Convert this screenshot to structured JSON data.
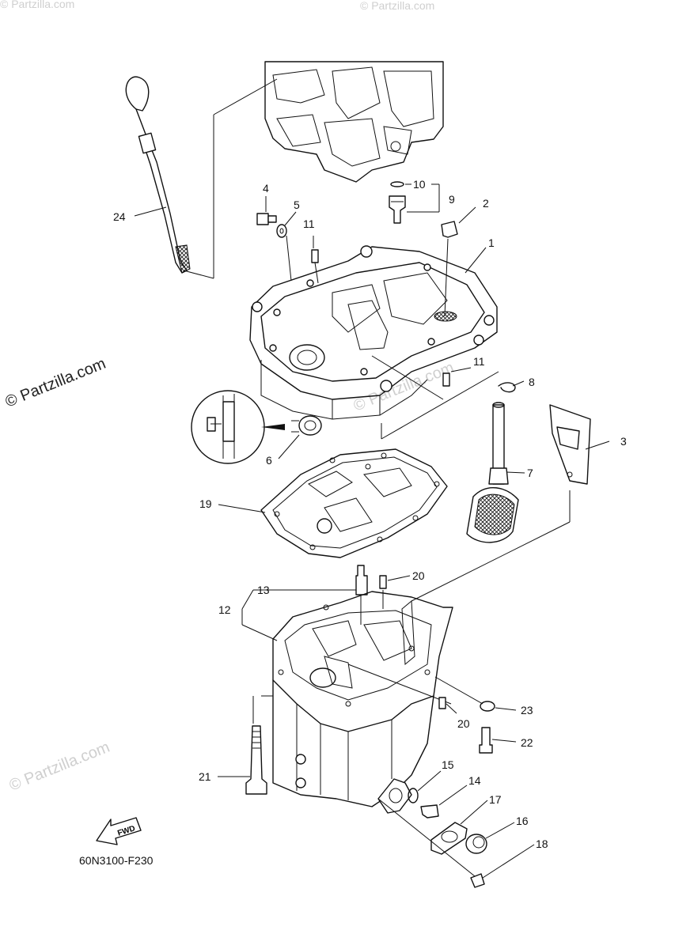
{
  "watermarks": [
    "© Partzilla.com",
    "© Partzilla.com",
    "© Partzilla.com",
    "© Partzilla.com",
    "© Partzilla.com"
  ],
  "callouts": [
    "1",
    "2",
    "3",
    "4",
    "5",
    "6",
    "7",
    "8",
    "9",
    "10",
    "11",
    "11",
    "12",
    "13",
    "14",
    "15",
    "16",
    "17",
    "18",
    "19",
    "20",
    "20",
    "21",
    "22",
    "23",
    "24"
  ],
  "fwd_label": "FWD",
  "diagram_code": "60N3100-F230"
}
